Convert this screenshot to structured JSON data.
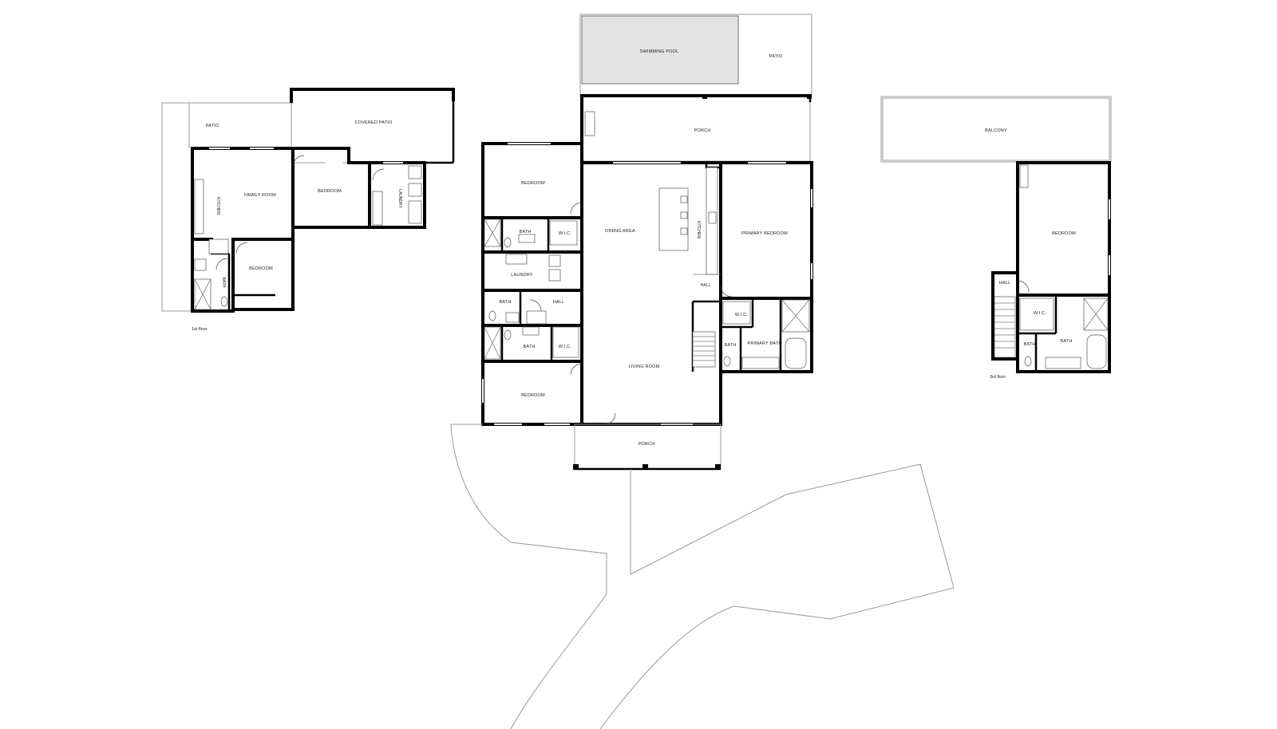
{
  "floors": {
    "first": {
      "caption": "1st floor",
      "rooms": {
        "patio": "PATIO",
        "covered_patio": "COVERED PATIO",
        "family_room": "FAMILY ROOM",
        "kitchen": "KITCHEN",
        "bedroom_a": "BEDROOM",
        "laundry": "LAUNDRY",
        "bedroom_b": "BEDROOM",
        "bath": "BATH"
      }
    },
    "second": {
      "rooms": {
        "swimming_pool": "SWIMMING POOL",
        "patio": "PATIO",
        "porch_back": "PORCH",
        "bedroom_nw": "BEDROOM",
        "bath_nw": "BATH",
        "wic_nw": "W.I.C.",
        "laundry": "LAUNDRY",
        "bath_small": "BATH",
        "hall": "HALL",
        "bath_sw": "BATH",
        "wic_sw": "W.I.C.",
        "bedroom_sw": "BEDROOM",
        "dining_area": "DINING AREA",
        "kitchen": "KITCHEN",
        "living_room": "LIVING ROOM",
        "primary_bedroom": "PRIMARY BEDROOM",
        "hall_small": "HALL",
        "wic_primary": "W.I.C.",
        "primary_bath": "PRIMARY BATH",
        "bath_e": "BATH",
        "porch_front": "PORCH"
      }
    },
    "third": {
      "caption": "3rd floor",
      "rooms": {
        "balcony": "BALCONY",
        "bedroom": "BEDROOM",
        "hall": "HALL",
        "wic": "W.I.C.",
        "bath_small": "BATH",
        "bath": "BATH"
      }
    }
  },
  "colors": {
    "wall": "#000000",
    "pool_fill": "#e3e3e3",
    "outline": "#999999",
    "background": "#ffffff"
  }
}
